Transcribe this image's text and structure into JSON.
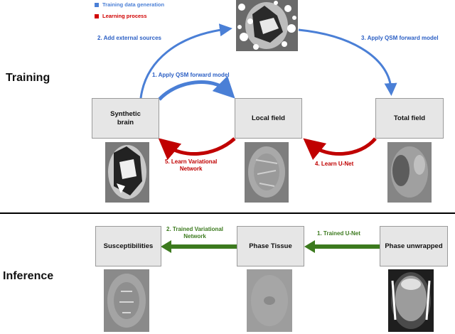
{
  "legend": {
    "items": [
      {
        "label": "Training data generation",
        "color": "#4a7fd6"
      },
      {
        "label": "Learning process",
        "color": "#d00000"
      }
    ]
  },
  "colors": {
    "blue": "#4a7fd6",
    "red": "#c00000",
    "green": "#3c7a1e"
  },
  "training": {
    "title": "Training",
    "nodes": {
      "synthetic": "Synthetic\nbrain",
      "local": "Local field",
      "total": "Total field"
    },
    "edges": {
      "e1": "1. Apply QSM forward model",
      "e2": "2. Add external sources",
      "e3": "3. Apply QSM forward model",
      "e4": "4. Learn U-Net",
      "e5": "5. Learn Variational\nNetwork"
    }
  },
  "inference": {
    "title": "Inference",
    "nodes": {
      "susceptibilities": "Susceptibilities",
      "phase_tissue": "Phase Tissue",
      "phase_unwrapped": "Phase unwrapped"
    },
    "edges": {
      "e1": "1. Trained U-Net",
      "e2": "2. Trained Variational\nNetwork"
    }
  },
  "thumbnails": [
    "synthetic-brain-with-sources",
    "synthetic-brain",
    "local-field",
    "total-field",
    "susceptibility-map",
    "phase-tissue",
    "phase-unwrapped"
  ]
}
